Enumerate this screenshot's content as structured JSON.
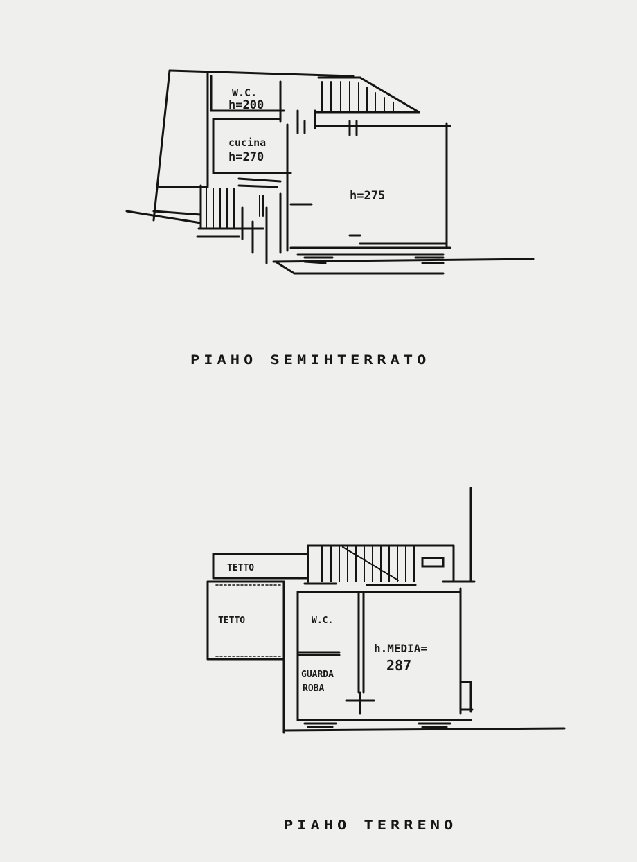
{
  "floor_semi": {
    "title": "PIAHO SEMIHTERRATO",
    "rooms": [
      {
        "label": "W.C.",
        "height": "h=200"
      },
      {
        "label": "cucina",
        "height": "h=270"
      },
      {
        "label": "",
        "height": "h=275"
      }
    ]
  },
  "floor_ground": {
    "title": "PIAHO TERRENO",
    "labels": {
      "roof_top": "TETTO",
      "roof_left": "TETTO",
      "wc": "W.C.",
      "wardrobe_line1": "GUARDA",
      "wardrobe_line2": "ROBA",
      "main_line1": "h.MEDIA=",
      "main_line2": "287"
    }
  }
}
